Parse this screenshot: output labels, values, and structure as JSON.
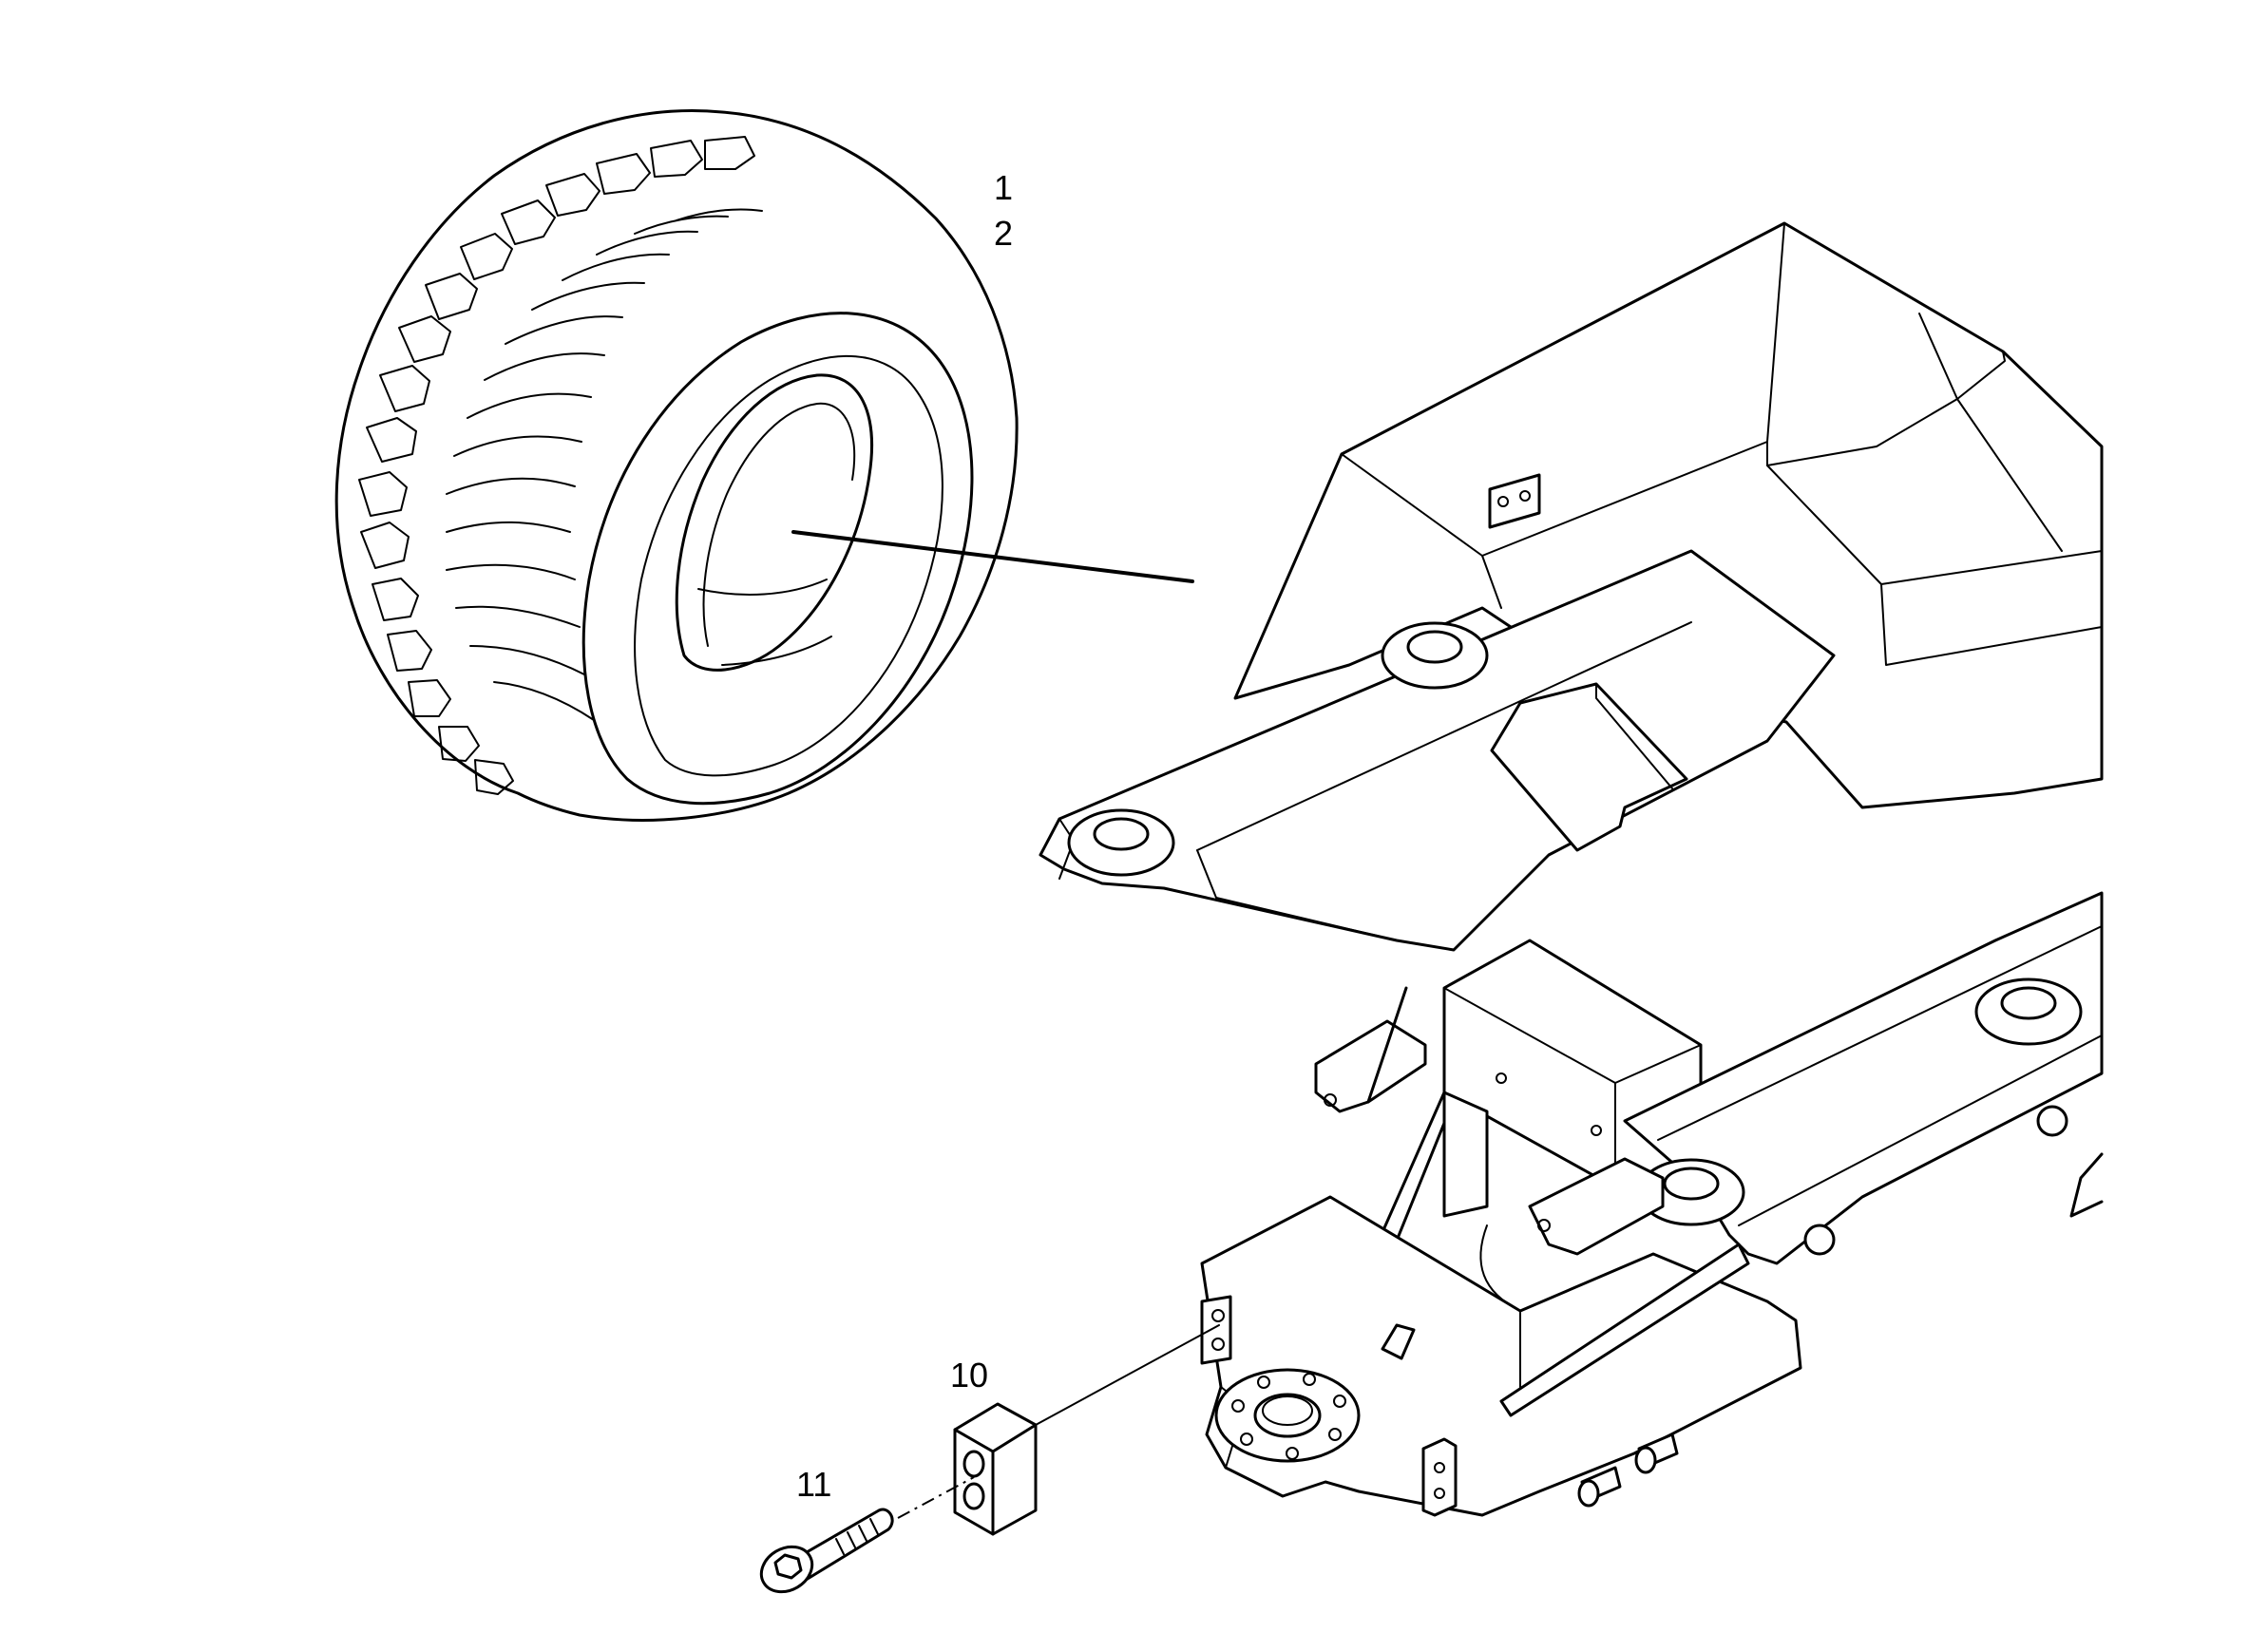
{
  "callouts": {
    "label_1": "1",
    "label_2": "2",
    "label_10": "10",
    "label_11": "11"
  },
  "colors": {
    "line": "#000000",
    "background": "#ffffff"
  }
}
